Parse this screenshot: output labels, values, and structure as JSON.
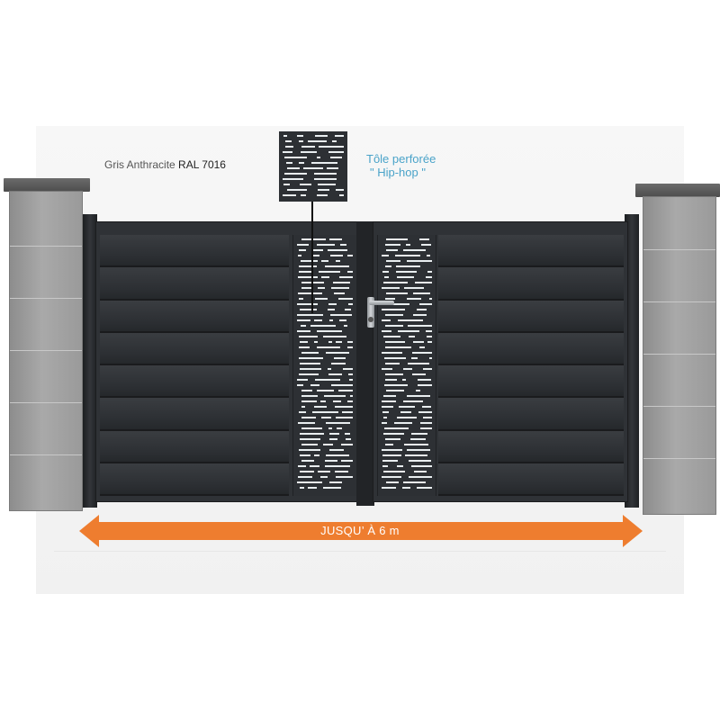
{
  "labels": {
    "color_name": "Gris Anthracite",
    "color_code": "RAL  7016",
    "panel_title": "Tôle perforée",
    "panel_pattern": "\" Hip-hop \"",
    "width_text": "JUSQU’ À 6 m"
  },
  "colors": {
    "gate": "#2f3236",
    "arrow": "#ee7d2f",
    "label_accent": "#4aa3c9"
  },
  "icons": {
    "arrow": "double-headed-arrow",
    "handle": "door-handle"
  }
}
